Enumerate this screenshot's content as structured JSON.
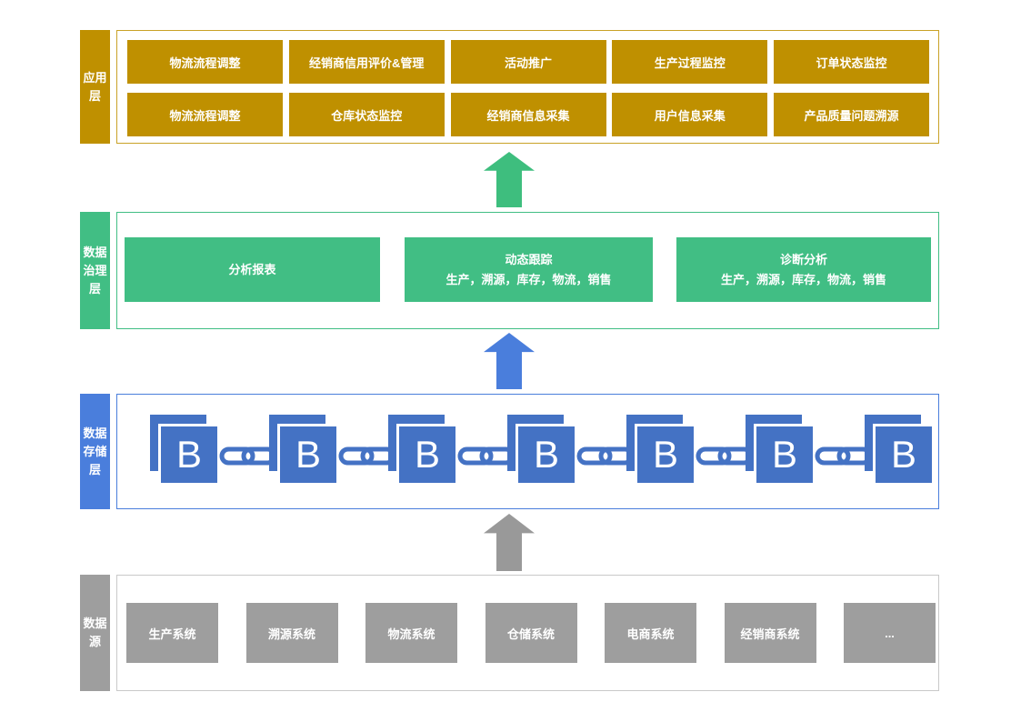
{
  "application_layer": {
    "tab": [
      "应用",
      "层"
    ],
    "row1": [
      "物流流程调整",
      "经销商信用评价&管理",
      "活动推广",
      "生产过程监控",
      "订单状态监控"
    ],
    "row2": [
      "物流流程调整",
      "仓库状态监控",
      "经销商信息采集",
      "用户信息采集",
      "产品质量问题溯源"
    ]
  },
  "governance_layer": {
    "tab": [
      "数据",
      "治理",
      "层"
    ],
    "boxes": [
      {
        "title": "分析报表",
        "subtitle": ""
      },
      {
        "title": "动态跟踪",
        "subtitle": "生产，溯源，库存，物流，销售"
      },
      {
        "title": "诊断分析",
        "subtitle": "生产，溯源，库存，物流，销售"
      }
    ]
  },
  "storage_layer": {
    "tab": [
      "数据",
      "存储",
      "层"
    ],
    "block_letter": "B",
    "block_count": 7
  },
  "source_layer": {
    "tab": [
      "数据",
      "源"
    ],
    "boxes": [
      "生产系统",
      "溯源系统",
      "物流系统",
      "仓储系统",
      "电商系统",
      "经销商系统",
      "..."
    ]
  },
  "arrows": [
    {
      "name": "governance-to-application",
      "direction": "up",
      "color": "#3EBE7E"
    },
    {
      "name": "storage-to-governance",
      "direction": "up",
      "color": "#4A7EDC"
    },
    {
      "name": "source-to-storage",
      "direction": "up",
      "color": "#999999"
    }
  ],
  "colors": {
    "gold": "#BF9000",
    "green": "#41BE84",
    "blue_block": "#4472C4",
    "blue_accent": "#4A7EDC",
    "gray_box": "#9E9E9E",
    "gray_arrow": "#999999",
    "source_border": "#C9C9C9"
  }
}
